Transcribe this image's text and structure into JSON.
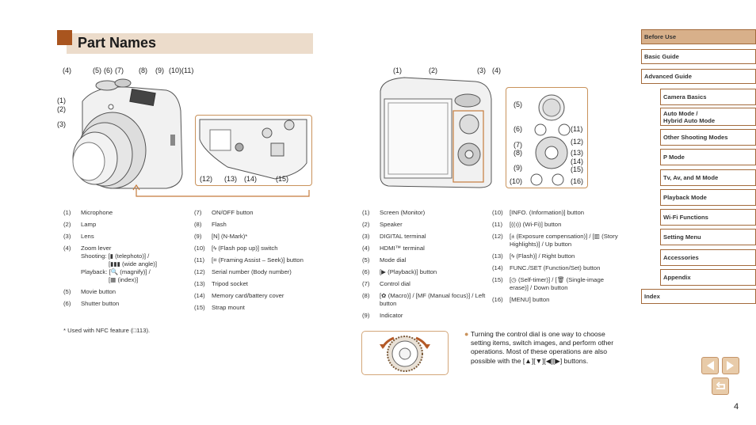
{
  "page": {
    "title": "Part Names",
    "page_number": "4"
  },
  "front_figure": {
    "callouts": {
      "c4": "(4)",
      "c5": "(5)",
      "c6": "(6)",
      "c7": "(7)",
      "c8": "(8)",
      "c9": "(9)",
      "c10": "(10)",
      "c11": "(11)",
      "c1": "(1)",
      "c2": "(2)",
      "c3": "(3)",
      "c12": "(12)",
      "c13": "(13)",
      "c14": "(14)",
      "c15": "(15)"
    }
  },
  "back_figure": {
    "callouts": {
      "c1": "(1)",
      "c2": "(2)",
      "c3": "(3)",
      "c4": "(4)",
      "c5": "(5)",
      "c6": "(6)",
      "c7": "(7)",
      "c8": "(8)",
      "c9": "(9)",
      "c10": "(10)",
      "c11": "(11)",
      "c12": "(12)",
      "c13": "(13)",
      "c14": "(14)",
      "c15": "(15)",
      "c16": "(16)"
    }
  },
  "front_parts_col1": [
    {
      "num": "(1)",
      "text": "Microphone"
    },
    {
      "num": "(2)",
      "text": "Lamp"
    },
    {
      "num": "(3)",
      "text": "Lens"
    },
    {
      "num": "(4)",
      "text": "Zoom lever",
      "sub": [
        "Shooting: [▮ (telephoto)] /",
        "[▮▮▮ (wide angle)]",
        "Playback: [🔍 (magnify)] /",
        "[▦ (index)]"
      ]
    },
    {
      "num": "(5)",
      "text": "Movie button"
    },
    {
      "num": "(6)",
      "text": "Shutter button"
    }
  ],
  "front_parts_col2": [
    {
      "num": "(7)",
      "text": "ON/OFF button"
    },
    {
      "num": "(8)",
      "text": "Flash"
    },
    {
      "num": "(9)",
      "text": "[N] (N-Mark)*"
    },
    {
      "num": "(10)",
      "text": "[ϟ (Flash pop up)] switch"
    },
    {
      "num": "(11)",
      "text": "[⌗ (Framing Assist – Seek)] button"
    },
    {
      "num": "(12)",
      "text": "Serial number (Body number)"
    },
    {
      "num": "(13)",
      "text": "Tripod socket"
    },
    {
      "num": "(14)",
      "text": "Memory card/battery cover"
    },
    {
      "num": "(15)",
      "text": "Strap mount"
    }
  ],
  "footnote": "* Used with NFC feature (□113).",
  "back_parts_col1": [
    {
      "num": "(1)",
      "text": "Screen (Monitor)"
    },
    {
      "num": "(2)",
      "text": "Speaker"
    },
    {
      "num": "(3)",
      "text": "DIGITAL terminal"
    },
    {
      "num": "(4)",
      "text": "HDMI™ terminal"
    },
    {
      "num": "(5)",
      "text": "Mode dial"
    },
    {
      "num": "(6)",
      "text": "[▶ (Playback)] button"
    },
    {
      "num": "(7)",
      "text": "Control dial"
    },
    {
      "num": "(8)",
      "text": "[✿ (Macro)] / [MF (Manual focus)] / Left button"
    },
    {
      "num": "(9)",
      "text": "Indicator"
    }
  ],
  "back_parts_col2": [
    {
      "num": "(10)",
      "text": "[INFO. (Information)] button"
    },
    {
      "num": "(11)",
      "text": "[((ı)) (Wi-Fi)] button"
    },
    {
      "num": "(12)",
      "text": "[± (Exposure compensation)] / [▥ (Story Highlights)] / Up button"
    },
    {
      "num": "(13)",
      "text": "[ϟ (Flash)] / Right button"
    },
    {
      "num": "(14)",
      "text": "FUNC./SET (Function/Set) button"
    },
    {
      "num": "(15)",
      "text": "[◷ (Self-timer)] / [🗑 (Single-image erase)] / Down button"
    },
    {
      "num": "(16)",
      "text": "[MENU] button"
    }
  ],
  "note": {
    "text": "Turning the control dial is one way to choose setting items, switch images, and perform other operations. Most of these operations are also possible with the [▲][▼][◀][▶] buttons."
  },
  "sidebar": {
    "items": [
      {
        "label": "Before Use",
        "level": 1,
        "active": true
      },
      {
        "label": "Basic Guide",
        "level": 1
      },
      {
        "label": "Advanced Guide",
        "level": 1
      },
      {
        "label": "Camera Basics",
        "level": 2
      },
      {
        "label": "Auto Mode /\nHybrid Auto Mode",
        "level": 2
      },
      {
        "label": "Other Shooting Modes",
        "level": 2
      },
      {
        "label": "P Mode",
        "level": 2
      },
      {
        "label": "Tv, Av, and M Mode",
        "level": 2
      },
      {
        "label": "Playback Mode",
        "level": 2
      },
      {
        "label": "Wi-Fi Functions",
        "level": 2
      },
      {
        "label": "Setting Menu",
        "level": 2
      },
      {
        "label": "Accessories",
        "level": 2
      },
      {
        "label": "Appendix",
        "level": 2
      },
      {
        "label": "Index",
        "level": 1
      }
    ]
  },
  "nav_buttons": {
    "prev": "previous-page",
    "next": "next-page",
    "back": "return"
  },
  "colors": {
    "accent": "#a9551f",
    "title_band": "#ecdccb",
    "active_nav": "#d8b08a",
    "nav_border": "#a36a3b",
    "button_fill": "#e8cba9"
  }
}
